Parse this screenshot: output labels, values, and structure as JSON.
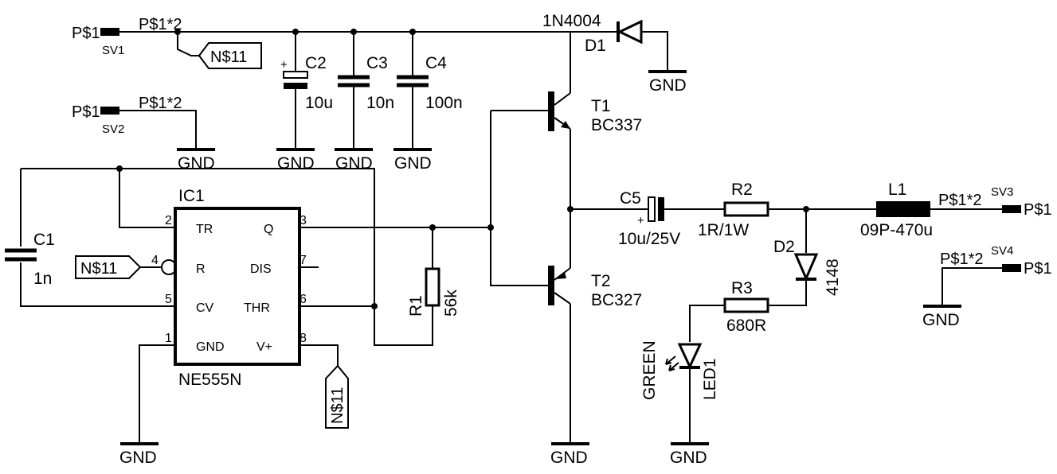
{
  "connectors": {
    "sv1": {
      "name": "SV1",
      "pin": "P$1",
      "net": "P$1*2"
    },
    "sv2": {
      "name": "SV2",
      "pin": "P$1",
      "net": "P$1*2"
    },
    "sv3": {
      "name": "SV3",
      "pin": "P$1",
      "net": "P$1*2"
    },
    "sv4": {
      "name": "SV4",
      "pin": "P$1",
      "net": "P$1*2"
    }
  },
  "nets": {
    "n11": "N$11",
    "gnd": "GND"
  },
  "ic1": {
    "name": "IC1",
    "part": "NE555N",
    "pins": [
      {
        "num": "2",
        "label": "TR"
      },
      {
        "num": "4",
        "label": "R"
      },
      {
        "num": "5",
        "label": "CV"
      },
      {
        "num": "1",
        "label": "GND"
      },
      {
        "num": "3",
        "label": "Q"
      },
      {
        "num": "7",
        "label": "DIS"
      },
      {
        "num": "6",
        "label": "THR"
      },
      {
        "num": "8",
        "label": "V+"
      }
    ]
  },
  "components": {
    "c1": {
      "name": "C1",
      "value": "1n"
    },
    "c2": {
      "name": "C2",
      "value": "10u",
      "polarity": "+"
    },
    "c3": {
      "name": "C3",
      "value": "10n"
    },
    "c4": {
      "name": "C4",
      "value": "100n"
    },
    "c5": {
      "name": "C5",
      "value": "10u/25V",
      "polarity": "+"
    },
    "r1": {
      "name": "R1",
      "value": "56k"
    },
    "r2": {
      "name": "R2",
      "value": "1R/1W"
    },
    "r3": {
      "name": "R3",
      "value": "680R"
    },
    "l1": {
      "name": "L1",
      "value": "09P-470u"
    },
    "d1": {
      "name": "D1",
      "value": "1N4004"
    },
    "d2": {
      "name": "D2",
      "value": "4148"
    },
    "led1": {
      "name": "LED1",
      "value": "GREEN"
    },
    "t1": {
      "name": "T1",
      "value": "BC337"
    },
    "t2": {
      "name": "T2",
      "value": "BC327"
    }
  }
}
